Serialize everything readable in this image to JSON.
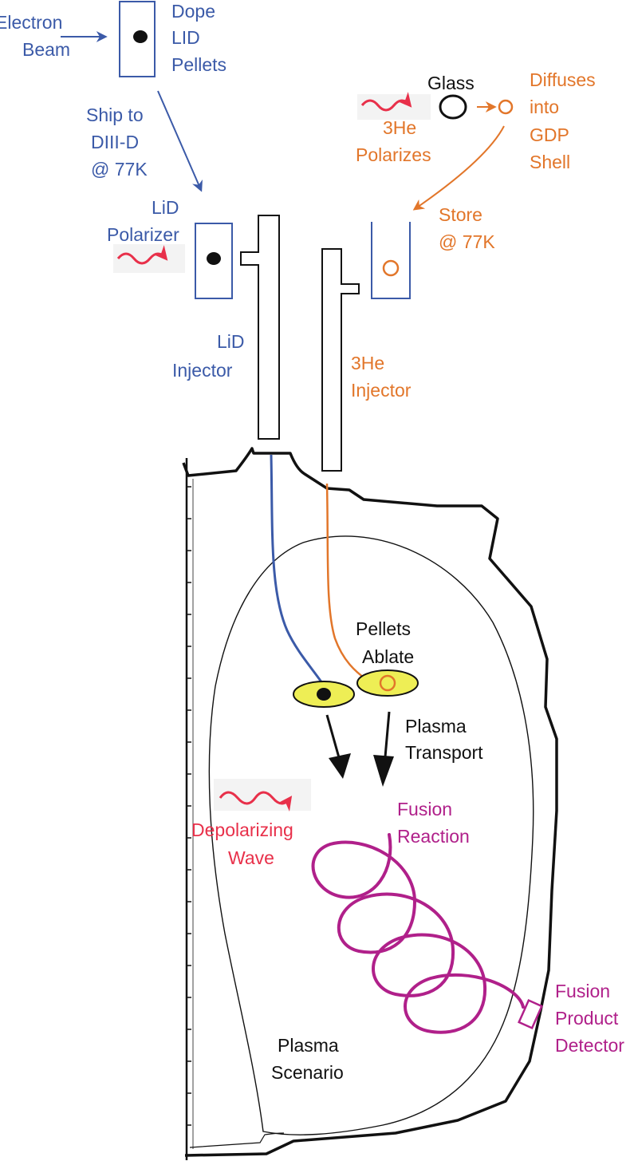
{
  "colors": {
    "blue": "#3b5aa8",
    "orange": "#e2762a",
    "red": "#e8304a",
    "magenta": "#b0208a",
    "black": "#111111",
    "pellet_fill": "#eeee55"
  },
  "labels": {
    "electron": "Electron",
    "beam": "Beam",
    "dope": "Dope",
    "lid_caps": "LID",
    "pellets": "Pellets",
    "ship_to": "Ship to",
    "diiid": "DIII-D",
    "at77k": "@ 77K",
    "lid": "LiD",
    "polarizer": "Polarizer",
    "glass": "Glass",
    "he3": "3He",
    "polarizes": "Polarizes",
    "diffuses": "Diffuses",
    "into": "into",
    "gdp": "GDP",
    "shell": "Shell",
    "store": "Store",
    "store77k": "@ 77K",
    "lid_inj1": "LiD",
    "injector1": "Injector",
    "he3_inj": "3He",
    "injector2": "Injector",
    "pellets2": "Pellets",
    "ablate": "Ablate",
    "plasma": "Plasma",
    "transport": "Transport",
    "depolarizing": "Depolarizing",
    "wave": "Wave",
    "fusion": "Fusion",
    "reaction": "Reaction",
    "fusion2": "Fusion",
    "product": "Product",
    "detector": "Detector",
    "plasma2": "Plasma",
    "scenario": "Scenario"
  },
  "icons": {
    "wave_arrow": "wavy-arrow-icon",
    "pellet": "pellet-icon"
  }
}
